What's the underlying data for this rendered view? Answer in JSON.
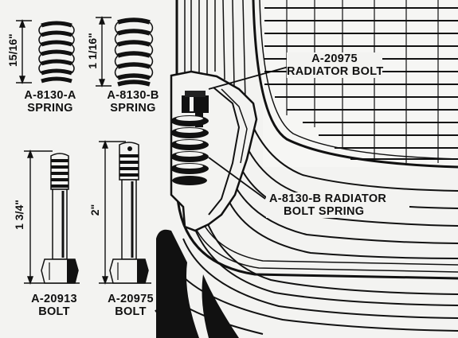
{
  "diagram": {
    "parts": [
      {
        "id": "spring-a",
        "part_no": "A-8130-A",
        "name": "SPRING",
        "dimension": "15/16\""
      },
      {
        "id": "spring-b",
        "part_no": "A-8130-B",
        "name": "SPRING",
        "dimension": "1 1/16\""
      },
      {
        "id": "bolt-short",
        "part_no": "A-20913",
        "name": "BOLT",
        "dimension": "1 3/4\""
      },
      {
        "id": "bolt-long",
        "part_no": "A-20975",
        "name": "BOLT",
        "dimension": "2\""
      }
    ],
    "callouts": {
      "radiator_bolt": {
        "line1": "A-20975",
        "line2": "RADIATOR BOLT"
      },
      "bolt_spring": {
        "line1": "A-8130-B RADIATOR",
        "line2": "BOLT SPRING"
      }
    }
  }
}
